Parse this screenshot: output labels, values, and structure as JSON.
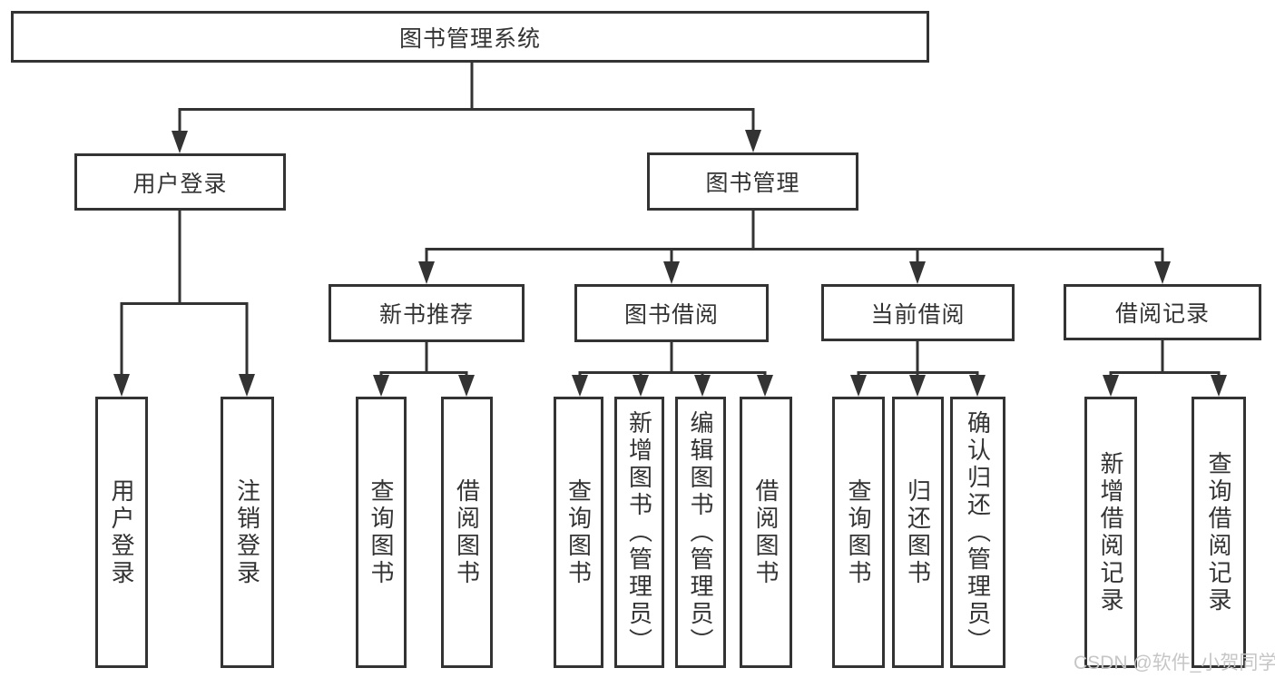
{
  "diagram": {
    "root": "图书管理系统",
    "branches": [
      {
        "label": "用户登录",
        "children": [
          {
            "label": "用户登录"
          },
          {
            "label": "注销登录"
          }
        ]
      },
      {
        "label": "图书管理",
        "children": [
          {
            "label": "新书推荐",
            "children": [
              {
                "label": "查询图书"
              },
              {
                "label": "借阅图书"
              }
            ]
          },
          {
            "label": "图书借阅",
            "children": [
              {
                "label": "查询图书"
              },
              {
                "label": "新增图书（管理员）"
              },
              {
                "label": "编辑图书（管理员）"
              },
              {
                "label": "借阅图书"
              }
            ]
          },
          {
            "label": "当前借阅",
            "children": [
              {
                "label": "查询图书"
              },
              {
                "label": "归还图书"
              },
              {
                "label": "确认归还（管理员）"
              }
            ]
          },
          {
            "label": "借阅记录",
            "children": [
              {
                "label": "新增借阅记录"
              },
              {
                "label": "查询借阅记录"
              }
            ]
          }
        ]
      }
    ]
  },
  "watermark": {
    "text": "CSDN @软件_小贺同学"
  },
  "colors": {
    "line": "#333333",
    "text": "#333333",
    "background": "#ffffff",
    "watermark": "#c6c6c6"
  }
}
